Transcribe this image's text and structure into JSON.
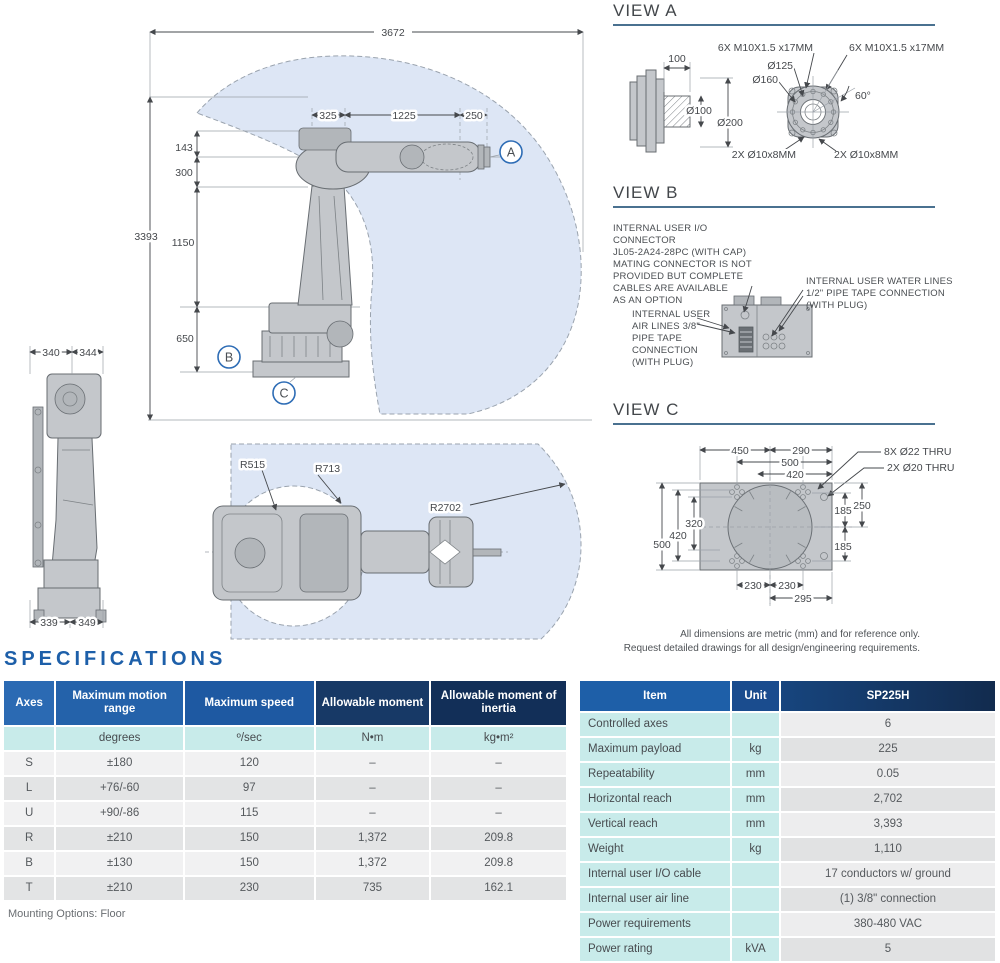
{
  "colors": {
    "accent_blue": "#1d5fa9",
    "header_blue": "#2b6ab3",
    "header_navy": "#122f58",
    "teal": "#c8ebea",
    "envelope": "#dde6f5",
    "title_underline": "#4a7190"
  },
  "front_view": {
    "dims": {
      "w3672": "3672",
      "h3393": "3393",
      "d325": "325",
      "d1225": "1225",
      "d250": "250",
      "d143": "143",
      "d300": "300",
      "d1150": "1150",
      "d650": "650"
    },
    "labels": {
      "a": "A",
      "b": "B",
      "c": "C"
    }
  },
  "side_view": {
    "dims": {
      "t1": "340",
      "t2": "344",
      "b1": "339",
      "b2": "349"
    }
  },
  "top_view": {
    "radii": {
      "r515": "R515",
      "r713": "R713",
      "r2702": "R2702"
    }
  },
  "view_a": {
    "title": "VIEW A",
    "labels": {
      "bolts_left": "6X M10X1.5 x17MM",
      "bolts_right": "6X M10X1.5 x17MM",
      "dia125": "Ø125",
      "dia160": "Ø160",
      "angle": "60°",
      "dowel_left": "2X Ø10x8MM",
      "dowel_right": "2X Ø10x8MM",
      "w100": "100",
      "dia100": "Ø100",
      "dia200": "Ø200"
    }
  },
  "view_b": {
    "title": "VIEW B",
    "io_note": [
      "INTERNAL USER I/O CONNECTOR",
      "JL05-2A24-28PC (WITH CAP)",
      "MATING CONNECTOR IS NOT",
      "PROVIDED BUT COMPLETE",
      "CABLES ARE AVAILABLE",
      "AS AN OPTION"
    ],
    "water_note": [
      "INTERNAL USER WATER LINES",
      "1/2\" PIPE TAPE CONNECTION",
      "(WITH PLUG)"
    ],
    "air_note": [
      "INTERNAL USER",
      "AIR LINES 3/8\"",
      "PIPE TAPE",
      "CONNECTION",
      "(WITH PLUG)"
    ]
  },
  "view_c": {
    "title": "VIEW C",
    "dims": {
      "d450": "450",
      "d290": "290",
      "d500_top": "500",
      "d420_top": "420",
      "d250": "250",
      "d185_upper": "185",
      "d185_lower": "185",
      "d320": "320",
      "d420_left": "420",
      "d500_left": "500",
      "d230_left": "230",
      "d230_right": "230",
      "d295": "295"
    },
    "labels": {
      "thru8": "8X Ø22 THRU",
      "thru2": "2X Ø20 THRU"
    },
    "footnote1": "All dimensions are metric (mm) and for reference only.",
    "footnote2": "Request detailed drawings for all design/engineering requirements."
  },
  "specs": {
    "heading": "SPECIFICATIONS",
    "mounting": "Mounting Options: Floor",
    "axes_table": {
      "headers": [
        "Axes",
        "Maximum motion range",
        "Maximum speed",
        "Allowable moment",
        "Allowable moment of inertia"
      ],
      "units": [
        "degrees",
        "º/sec",
        "N•m",
        "kg•m²"
      ],
      "rows": [
        {
          "axis": "S",
          "range": "±180",
          "speed": "120",
          "moment": "–",
          "inertia": "–"
        },
        {
          "axis": "L",
          "range": "+76/-60",
          "speed": "97",
          "moment": "–",
          "inertia": "–"
        },
        {
          "axis": "U",
          "range": "+90/-86",
          "speed": "115",
          "moment": "–",
          "inertia": "–"
        },
        {
          "axis": "R",
          "range": "±210",
          "speed": "150",
          "moment": "1,372",
          "inertia": "209.8"
        },
        {
          "axis": "B",
          "range": "±130",
          "speed": "150",
          "moment": "1,372",
          "inertia": "209.8"
        },
        {
          "axis": "T",
          "range": "±210",
          "speed": "230",
          "moment": "735",
          "inertia": "162.1"
        }
      ]
    },
    "model_table": {
      "headers": [
        "Item",
        "Unit",
        "SP225H"
      ],
      "rows": [
        {
          "item": "Controlled axes",
          "unit": "",
          "value": "6"
        },
        {
          "item": "Maximum payload",
          "unit": "kg",
          "value": "225"
        },
        {
          "item": "Repeatability",
          "unit": "mm",
          "value": "0.05"
        },
        {
          "item": "Horizontal reach",
          "unit": "mm",
          "value": "2,702"
        },
        {
          "item": "Vertical reach",
          "unit": "mm",
          "value": "3,393"
        },
        {
          "item": "Weight",
          "unit": "kg",
          "value": "1,110"
        },
        {
          "item": "Internal user I/O cable",
          "unit": "",
          "value": "17 conductors w/ ground"
        },
        {
          "item": "Internal user air line",
          "unit": "",
          "value": "(1) 3/8\" connection"
        },
        {
          "item": "Power requirements",
          "unit": "",
          "value": "380-480 VAC"
        },
        {
          "item": "Power rating",
          "unit": "kVA",
          "value": "5"
        }
      ]
    }
  }
}
